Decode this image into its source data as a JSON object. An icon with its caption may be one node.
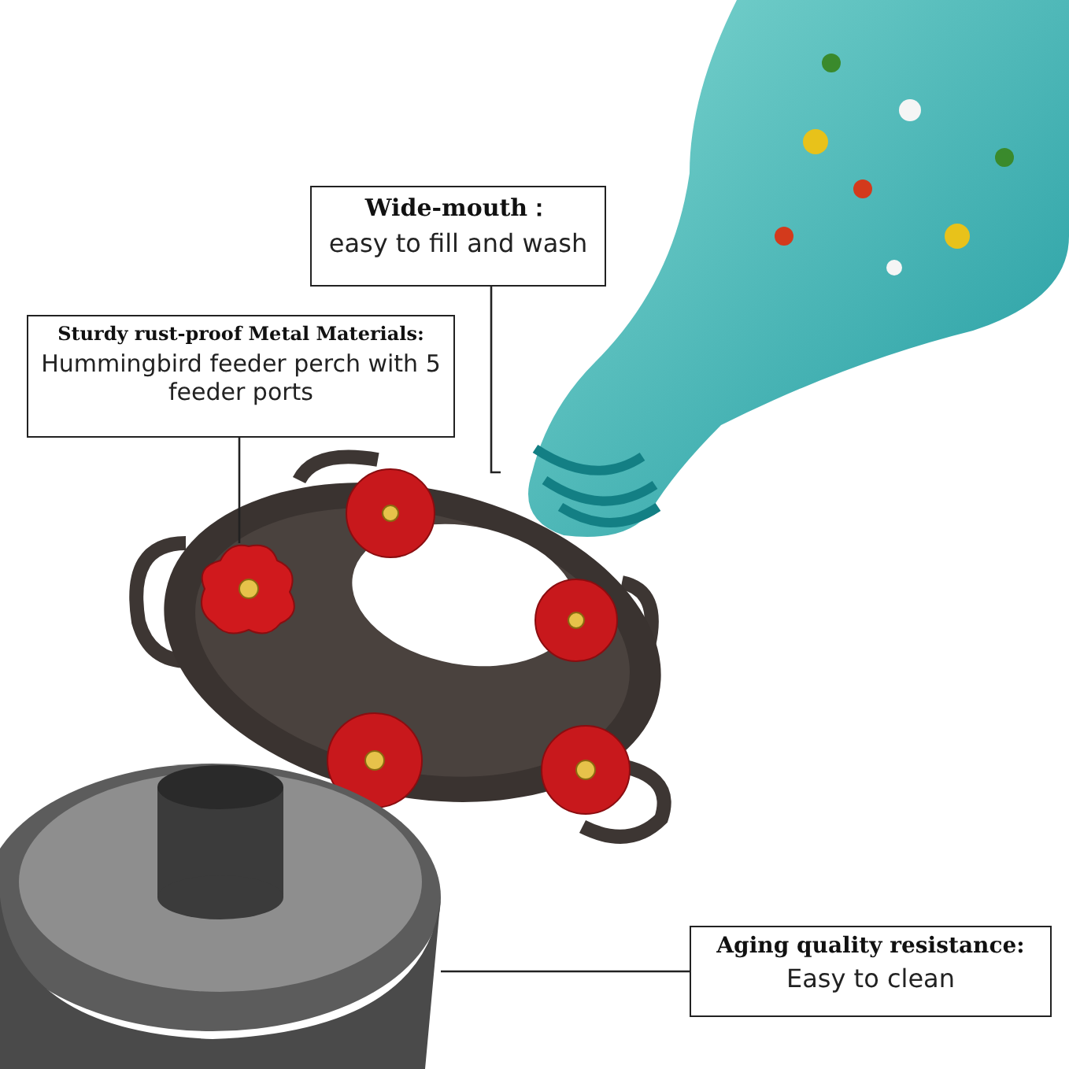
{
  "diagram": {
    "nodes": [
      {
        "text": [
          "Wide-mouth：",
          "easy to fill and wash"
        ]
      },
      {
        "text": [
          "Sturdy rust-proof Metal Materials:",
          "Hummingbird feeder perch with 5 feeder ports"
        ]
      },
      {
        "text": [
          "Aging quality resistance:",
          "Easy to clean"
        ]
      },
      {
        "text": [],
        "shape": "picture"
      },
      {
        "text": [],
        "shape": "picture"
      },
      {
        "text": [],
        "shape": "picture"
      }
    ],
    "edges": [
      {
        "from": 0,
        "to": 3,
        "arrow": "none"
      },
      {
        "from": 1,
        "to": 4,
        "arrow": "none"
      },
      {
        "from": 2,
        "to": 5,
        "arrow": "none"
      }
    ]
  }
}
